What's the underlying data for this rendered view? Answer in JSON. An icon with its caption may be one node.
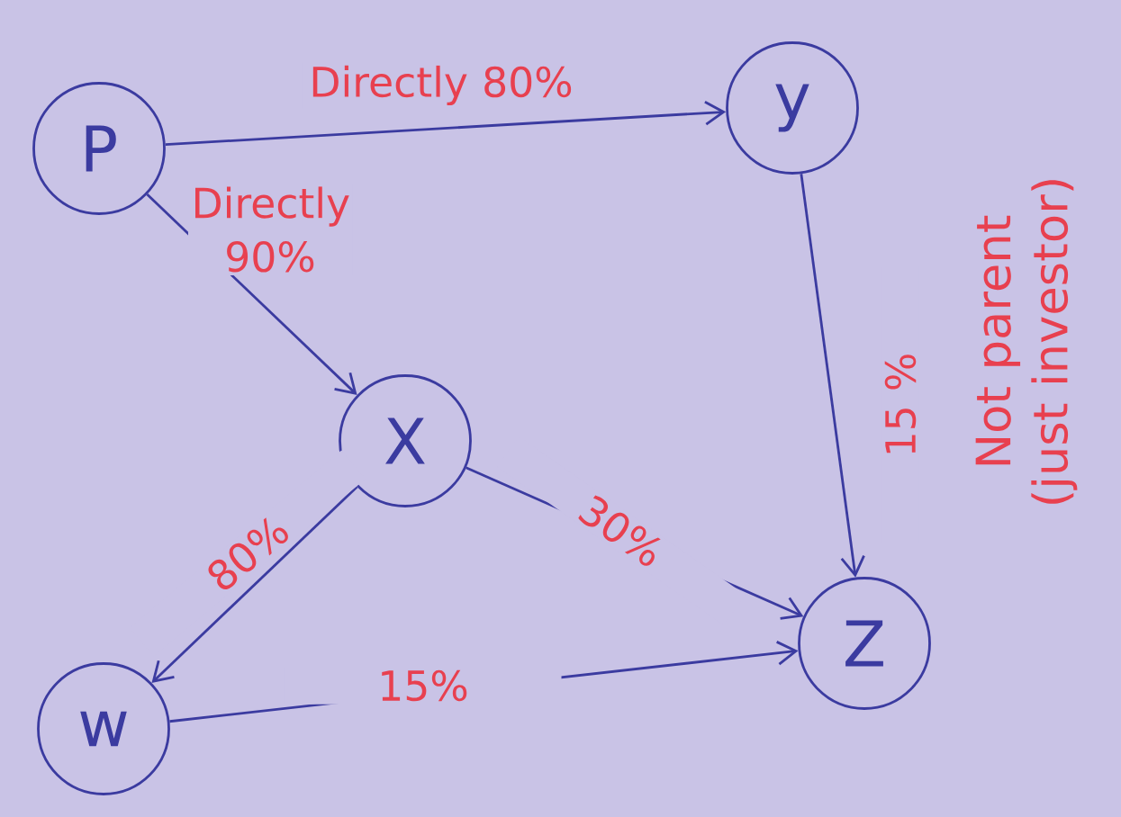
{
  "diagram": {
    "nodes": [
      {
        "text": [
          "P"
        ]
      },
      {
        "text": [
          "y"
        ]
      },
      {
        "text": [
          "X"
        ]
      },
      {
        "text": [
          "w"
        ]
      },
      {
        "text": [
          "Z"
        ]
      }
    ],
    "edges": [
      {
        "from": 0,
        "to": 1,
        "arrow": "to",
        "label": "Directly 80%"
      },
      {
        "from": 0,
        "to": 2,
        "arrow": "to",
        "label": "Directly 90%"
      },
      {
        "from": 2,
        "to": 3,
        "arrow": "to",
        "label": "80%"
      },
      {
        "from": 2,
        "to": 4,
        "arrow": "to",
        "label": "30%"
      },
      {
        "from": 3,
        "to": 4,
        "arrow": "to",
        "label": "15%"
      },
      {
        "from": 1,
        "to": 4,
        "arrow": "to",
        "label": "15 %"
      }
    ],
    "labels": [
      "Not parent (just investor)"
    ]
  }
}
